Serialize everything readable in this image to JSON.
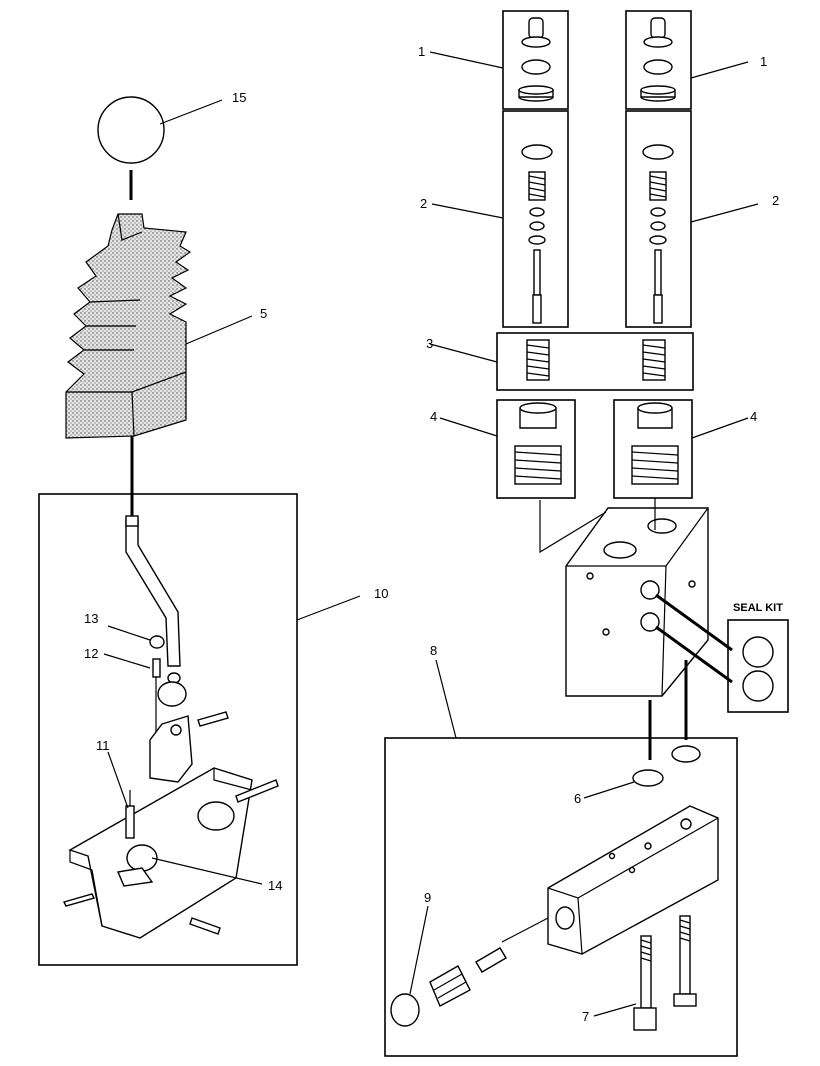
{
  "callouts": [
    {
      "id": "callout-1-left",
      "text": "1"
    },
    {
      "id": "callout-1-right",
      "text": "1"
    },
    {
      "id": "callout-2-left",
      "text": "2"
    },
    {
      "id": "callout-2-right",
      "text": "2"
    },
    {
      "id": "callout-3",
      "text": "3"
    },
    {
      "id": "callout-4-left",
      "text": "4"
    },
    {
      "id": "callout-4-right",
      "text": "4"
    },
    {
      "id": "callout-5",
      "text": "5"
    },
    {
      "id": "callout-6",
      "text": "6"
    },
    {
      "id": "callout-7",
      "text": "7"
    },
    {
      "id": "callout-8",
      "text": "8"
    },
    {
      "id": "callout-9",
      "text": "9"
    },
    {
      "id": "callout-10",
      "text": "10"
    },
    {
      "id": "callout-11",
      "text": "11"
    },
    {
      "id": "callout-12",
      "text": "12"
    },
    {
      "id": "callout-13",
      "text": "13"
    },
    {
      "id": "callout-14",
      "text": "14"
    },
    {
      "id": "callout-15",
      "text": "15"
    }
  ],
  "seal_kit_label": "SEAL KIT"
}
